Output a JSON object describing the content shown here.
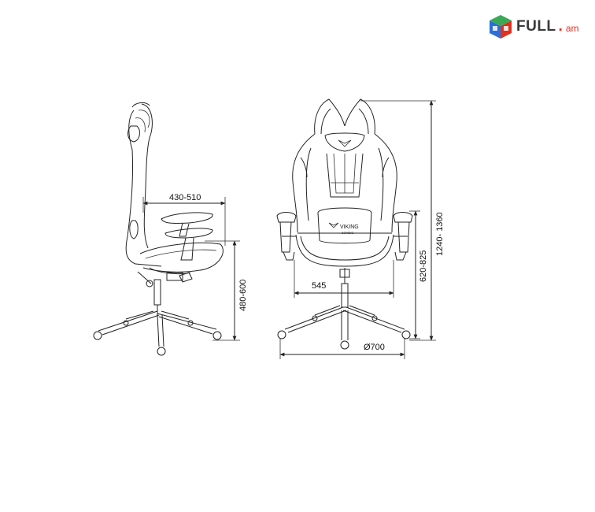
{
  "logo": {
    "brand": "FULL",
    "domain": "am"
  },
  "dimensions": {
    "seat_depth": "430-510",
    "seat_height": "480-600",
    "seat_width": "545",
    "armrest_height": "620-825",
    "total_height": "1240- 1360",
    "base_diameter": "Ø700"
  },
  "brand_mark": {
    "line1": "VIKING",
    "line2": "ZOMBIE"
  },
  "colors": {
    "line": "#222222",
    "logo_red": "#e0301e",
    "logo_green": "#3aa957",
    "logo_blue": "#2b6fd6"
  }
}
